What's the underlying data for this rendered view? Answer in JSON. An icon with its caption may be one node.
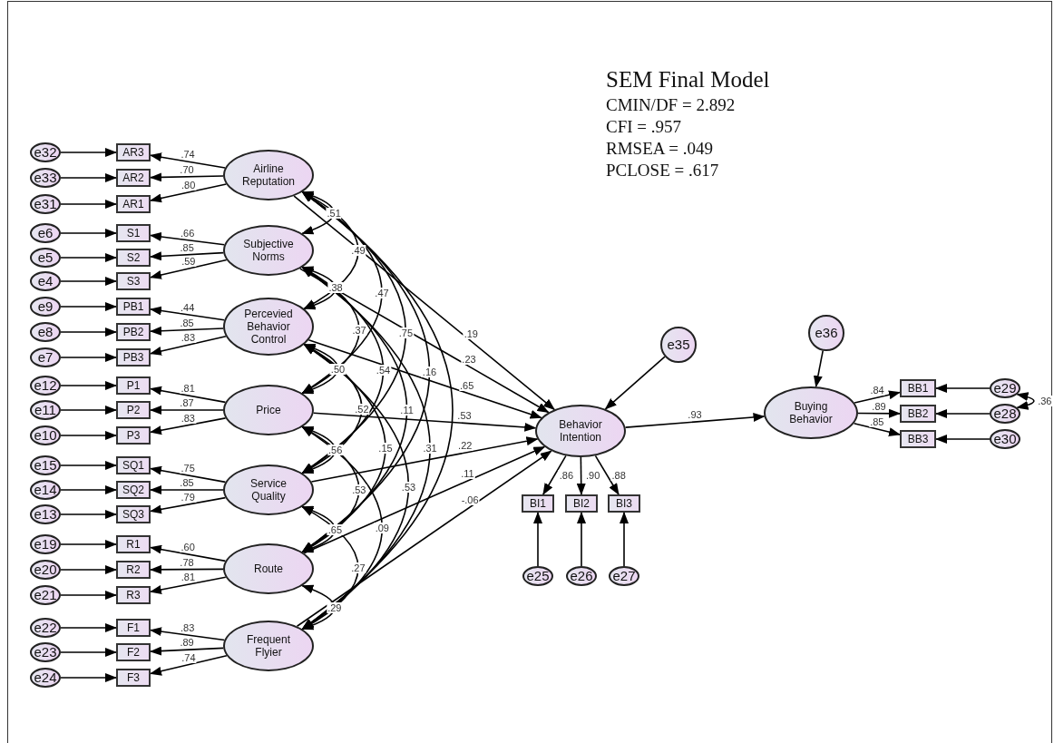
{
  "diagram": {
    "title": "SEM Final Model",
    "nodes": [
      {
        "text": [
          "Airline Reputation"
        ]
      },
      {
        "text": [
          "Subjective Norms"
        ]
      },
      {
        "text": [
          "Percevied Behavior Control"
        ]
      },
      {
        "text": [
          "Price"
        ]
      },
      {
        "text": [
          "Service Quality"
        ]
      },
      {
        "text": [
          "Route"
        ]
      },
      {
        "text": [
          "Frequent Flyier"
        ]
      },
      {
        "text": [
          "Behavior Intention"
        ]
      },
      {
        "text": [
          "Buying Behavior"
        ]
      },
      {
        "text": [
          "AR3"
        ]
      },
      {
        "text": [
          "AR2"
        ]
      },
      {
        "text": [
          "AR1"
        ]
      },
      {
        "text": [
          "S1"
        ]
      },
      {
        "text": [
          "S2"
        ]
      },
      {
        "text": [
          "S3"
        ]
      },
      {
        "text": [
          "PB1"
        ]
      },
      {
        "text": [
          "PB2"
        ]
      },
      {
        "text": [
          "PB3"
        ]
      },
      {
        "text": [
          "P1"
        ]
      },
      {
        "text": [
          "P2"
        ]
      },
      {
        "text": [
          "P3"
        ]
      },
      {
        "text": [
          "SQ1"
        ]
      },
      {
        "text": [
          "SQ2"
        ]
      },
      {
        "text": [
          "SQ3"
        ]
      },
      {
        "text": [
          "R1"
        ]
      },
      {
        "text": [
          "R2"
        ]
      },
      {
        "text": [
          "R3"
        ]
      },
      {
        "text": [
          "F1"
        ]
      },
      {
        "text": [
          "F2"
        ]
      },
      {
        "text": [
          "F3"
        ]
      },
      {
        "text": [
          "e32"
        ]
      },
      {
        "text": [
          "e33"
        ]
      },
      {
        "text": [
          "e31"
        ]
      },
      {
        "text": [
          "e6"
        ]
      },
      {
        "text": [
          "e5"
        ]
      },
      {
        "text": [
          "e4"
        ]
      },
      {
        "text": [
          "e9"
        ]
      },
      {
        "text": [
          "e8"
        ]
      },
      {
        "text": [
          "e7"
        ]
      },
      {
        "text": [
          "e12"
        ]
      },
      {
        "text": [
          "e11"
        ]
      },
      {
        "text": [
          "e10"
        ]
      },
      {
        "text": [
          "e15"
        ]
      },
      {
        "text": [
          "e14"
        ]
      },
      {
        "text": [
          "e13"
        ]
      },
      {
        "text": [
          "e19"
        ]
      },
      {
        "text": [
          "e20"
        ]
      },
      {
        "text": [
          "e21"
        ]
      },
      {
        "text": [
          "e22"
        ]
      },
      {
        "text": [
          "e23"
        ]
      },
      {
        "text": [
          "e24"
        ]
      },
      {
        "text": [
          "BI1"
        ]
      },
      {
        "text": [
          "BI2"
        ]
      },
      {
        "text": [
          "BI3"
        ]
      },
      {
        "text": [
          "e25"
        ]
      },
      {
        "text": [
          "e26"
        ]
      },
      {
        "text": [
          "e27"
        ]
      },
      {
        "text": [
          "e35"
        ]
      },
      {
        "text": [
          "BB1"
        ]
      },
      {
        "text": [
          "BB2"
        ]
      },
      {
        "text": [
          "BB3"
        ]
      },
      {
        "text": [
          "e29"
        ]
      },
      {
        "text": [
          "e28"
        ]
      },
      {
        "text": [
          "e30"
        ]
      },
      {
        "text": [
          "e36"
        ]
      }
    ],
    "edges": [
      {
        "from": 30,
        "to": 9,
        "arrow": "to"
      },
      {
        "from": 31,
        "to": 10,
        "arrow": "to"
      },
      {
        "from": 32,
        "to": 11,
        "arrow": "to"
      },
      {
        "from": 33,
        "to": 12,
        "arrow": "to"
      },
      {
        "from": 34,
        "to": 13,
        "arrow": "to"
      },
      {
        "from": 35,
        "to": 14,
        "arrow": "to"
      },
      {
        "from": 36,
        "to": 15,
        "arrow": "to"
      },
      {
        "from": 37,
        "to": 16,
        "arrow": "to"
      },
      {
        "from": 38,
        "to": 17,
        "arrow": "to"
      },
      {
        "from": 39,
        "to": 18,
        "arrow": "to"
      },
      {
        "from": 40,
        "to": 19,
        "arrow": "to"
      },
      {
        "from": 41,
        "to": 20,
        "arrow": "to"
      },
      {
        "from": 42,
        "to": 21,
        "arrow": "to"
      },
      {
        "from": 43,
        "to": 22,
        "arrow": "to"
      },
      {
        "from": 44,
        "to": 23,
        "arrow": "to"
      },
      {
        "from": 45,
        "to": 24,
        "arrow": "to"
      },
      {
        "from": 46,
        "to": 25,
        "arrow": "to"
      },
      {
        "from": 47,
        "to": 26,
        "arrow": "to"
      },
      {
        "from": 48,
        "to": 27,
        "arrow": "to"
      },
      {
        "from": 49,
        "to": 28,
        "arrow": "to"
      },
      {
        "from": 50,
        "to": 29,
        "arrow": "to"
      },
      {
        "from": 0,
        "to": 9,
        "arrow": "to",
        "label": ".74"
      },
      {
        "from": 0,
        "to": 10,
        "arrow": "to",
        "label": ".70"
      },
      {
        "from": 0,
        "to": 11,
        "arrow": "to",
        "label": ".80"
      },
      {
        "from": 1,
        "to": 12,
        "arrow": "to",
        "label": ".66"
      },
      {
        "from": 1,
        "to": 13,
        "arrow": "to",
        "label": ".85"
      },
      {
        "from": 1,
        "to": 14,
        "arrow": "to",
        "label": ".59"
      },
      {
        "from": 2,
        "to": 15,
        "arrow": "to",
        "label": ".44"
      },
      {
        "from": 2,
        "to": 16,
        "arrow": "to",
        "label": ".85"
      },
      {
        "from": 2,
        "to": 17,
        "arrow": "to",
        "label": ".83"
      },
      {
        "from": 3,
        "to": 18,
        "arrow": "to",
        "label": ".81"
      },
      {
        "from": 3,
        "to": 19,
        "arrow": "to",
        "label": ".87"
      },
      {
        "from": 3,
        "to": 20,
        "arrow": "to",
        "label": ".83"
      },
      {
        "from": 4,
        "to": 21,
        "arrow": "to",
        "label": ".75"
      },
      {
        "from": 4,
        "to": 22,
        "arrow": "to",
        "label": ".85"
      },
      {
        "from": 4,
        "to": 23,
        "arrow": "to",
        "label": ".79"
      },
      {
        "from": 5,
        "to": 24,
        "arrow": "to",
        "label": ".60"
      },
      {
        "from": 5,
        "to": 25,
        "arrow": "to",
        "label": ".78"
      },
      {
        "from": 5,
        "to": 26,
        "arrow": "to",
        "label": ".81"
      },
      {
        "from": 6,
        "to": 27,
        "arrow": "to",
        "label": ".83"
      },
      {
        "from": 6,
        "to": 28,
        "arrow": "to",
        "label": ".89"
      },
      {
        "from": 6,
        "to": 29,
        "arrow": "to",
        "label": ".74"
      },
      {
        "from": 0,
        "to": 1,
        "arrow": "both",
        "label": ".51"
      },
      {
        "from": 1,
        "to": 2,
        "arrow": "both",
        "label": ".38"
      },
      {
        "from": 2,
        "to": 3,
        "arrow": "both",
        "label": ".50"
      },
      {
        "from": 3,
        "to": 4,
        "arrow": "both",
        "label": ".56"
      },
      {
        "from": 4,
        "to": 5,
        "arrow": "both",
        "label": ".65"
      },
      {
        "from": 5,
        "to": 6,
        "arrow": "both",
        "label": ".29"
      },
      {
        "from": 0,
        "to": 2,
        "arrow": "both",
        "label": ".49"
      },
      {
        "from": 1,
        "to": 3,
        "arrow": "both",
        "label": ".37"
      },
      {
        "from": 2,
        "to": 4,
        "arrow": "both",
        "label": ".52"
      },
      {
        "from": 3,
        "to": 5,
        "arrow": "both",
        "label": ".53"
      },
      {
        "from": 4,
        "to": 6,
        "arrow": "both",
        "label": ".27"
      },
      {
        "from": 0,
        "to": 3,
        "arrow": "both",
        "label": ".47"
      },
      {
        "from": 1,
        "to": 4,
        "arrow": "both",
        "label": ".54"
      },
      {
        "from": 2,
        "to": 5,
        "arrow": "both",
        "label": ".15"
      },
      {
        "from": 3,
        "to": 6,
        "arrow": "both",
        "label": ".09"
      },
      {
        "from": 0,
        "to": 4,
        "arrow": "both",
        "label": ".75"
      },
      {
        "from": 1,
        "to": 5,
        "arrow": "both",
        "label": ".11"
      },
      {
        "from": 2,
        "to": 6,
        "arrow": "both",
        "label": ".53"
      },
      {
        "from": 0,
        "to": 5,
        "arrow": "both",
        "label": ".16"
      },
      {
        "from": 1,
        "to": 6,
        "arrow": "both",
        "label": ".31"
      },
      {
        "from": 0,
        "to": 6,
        "arrow": "both"
      },
      {
        "from": 0,
        "to": 7,
        "arrow": "to",
        "label": ".19"
      },
      {
        "from": 1,
        "to": 7,
        "arrow": "to",
        "label": ".23"
      },
      {
        "from": 2,
        "to": 7,
        "arrow": "to",
        "label": ".65"
      },
      {
        "from": 3,
        "to": 7,
        "arrow": "to",
        "label": ".53"
      },
      {
        "from": 4,
        "to": 7,
        "arrow": "to",
        "label": ".22"
      },
      {
        "from": 5,
        "to": 7,
        "arrow": "to",
        "label": ".11"
      },
      {
        "from": 6,
        "to": 7,
        "arrow": "to",
        "label": "-.06"
      },
      {
        "from": 57,
        "to": 7,
        "arrow": "to"
      },
      {
        "from": 7,
        "to": 8,
        "arrow": "to",
        "label": ".93"
      },
      {
        "from": 7,
        "to": 51,
        "arrow": "to",
        "label": ".86"
      },
      {
        "from": 7,
        "to": 52,
        "arrow": "to",
        "label": ".90"
      },
      {
        "from": 7,
        "to": 53,
        "arrow": "to",
        "label": ".88"
      },
      {
        "from": 54,
        "to": 51,
        "arrow": "to"
      },
      {
        "from": 55,
        "to": 52,
        "arrow": "to"
      },
      {
        "from": 56,
        "to": 53,
        "arrow": "to"
      },
      {
        "from": 64,
        "to": 8,
        "arrow": "to"
      },
      {
        "from": 8,
        "to": 58,
        "arrow": "to",
        "label": ".84"
      },
      {
        "from": 8,
        "to": 59,
        "arrow": "to",
        "label": ".89"
      },
      {
        "from": 8,
        "to": 60,
        "arrow": "to",
        "label": ".85"
      },
      {
        "from": 61,
        "to": 58,
        "arrow": "to"
      },
      {
        "from": 62,
        "to": 59,
        "arrow": "to"
      },
      {
        "from": 63,
        "to": 60,
        "arrow": "to"
      },
      {
        "from": 61,
        "to": 62,
        "arrow": "both",
        "label": ".36"
      }
    ],
    "labels": [
      "CMIN/DF = 2.892",
      "CFI = .957",
      "RMSEA = .049",
      "PCLOSE = .617"
    ]
  }
}
